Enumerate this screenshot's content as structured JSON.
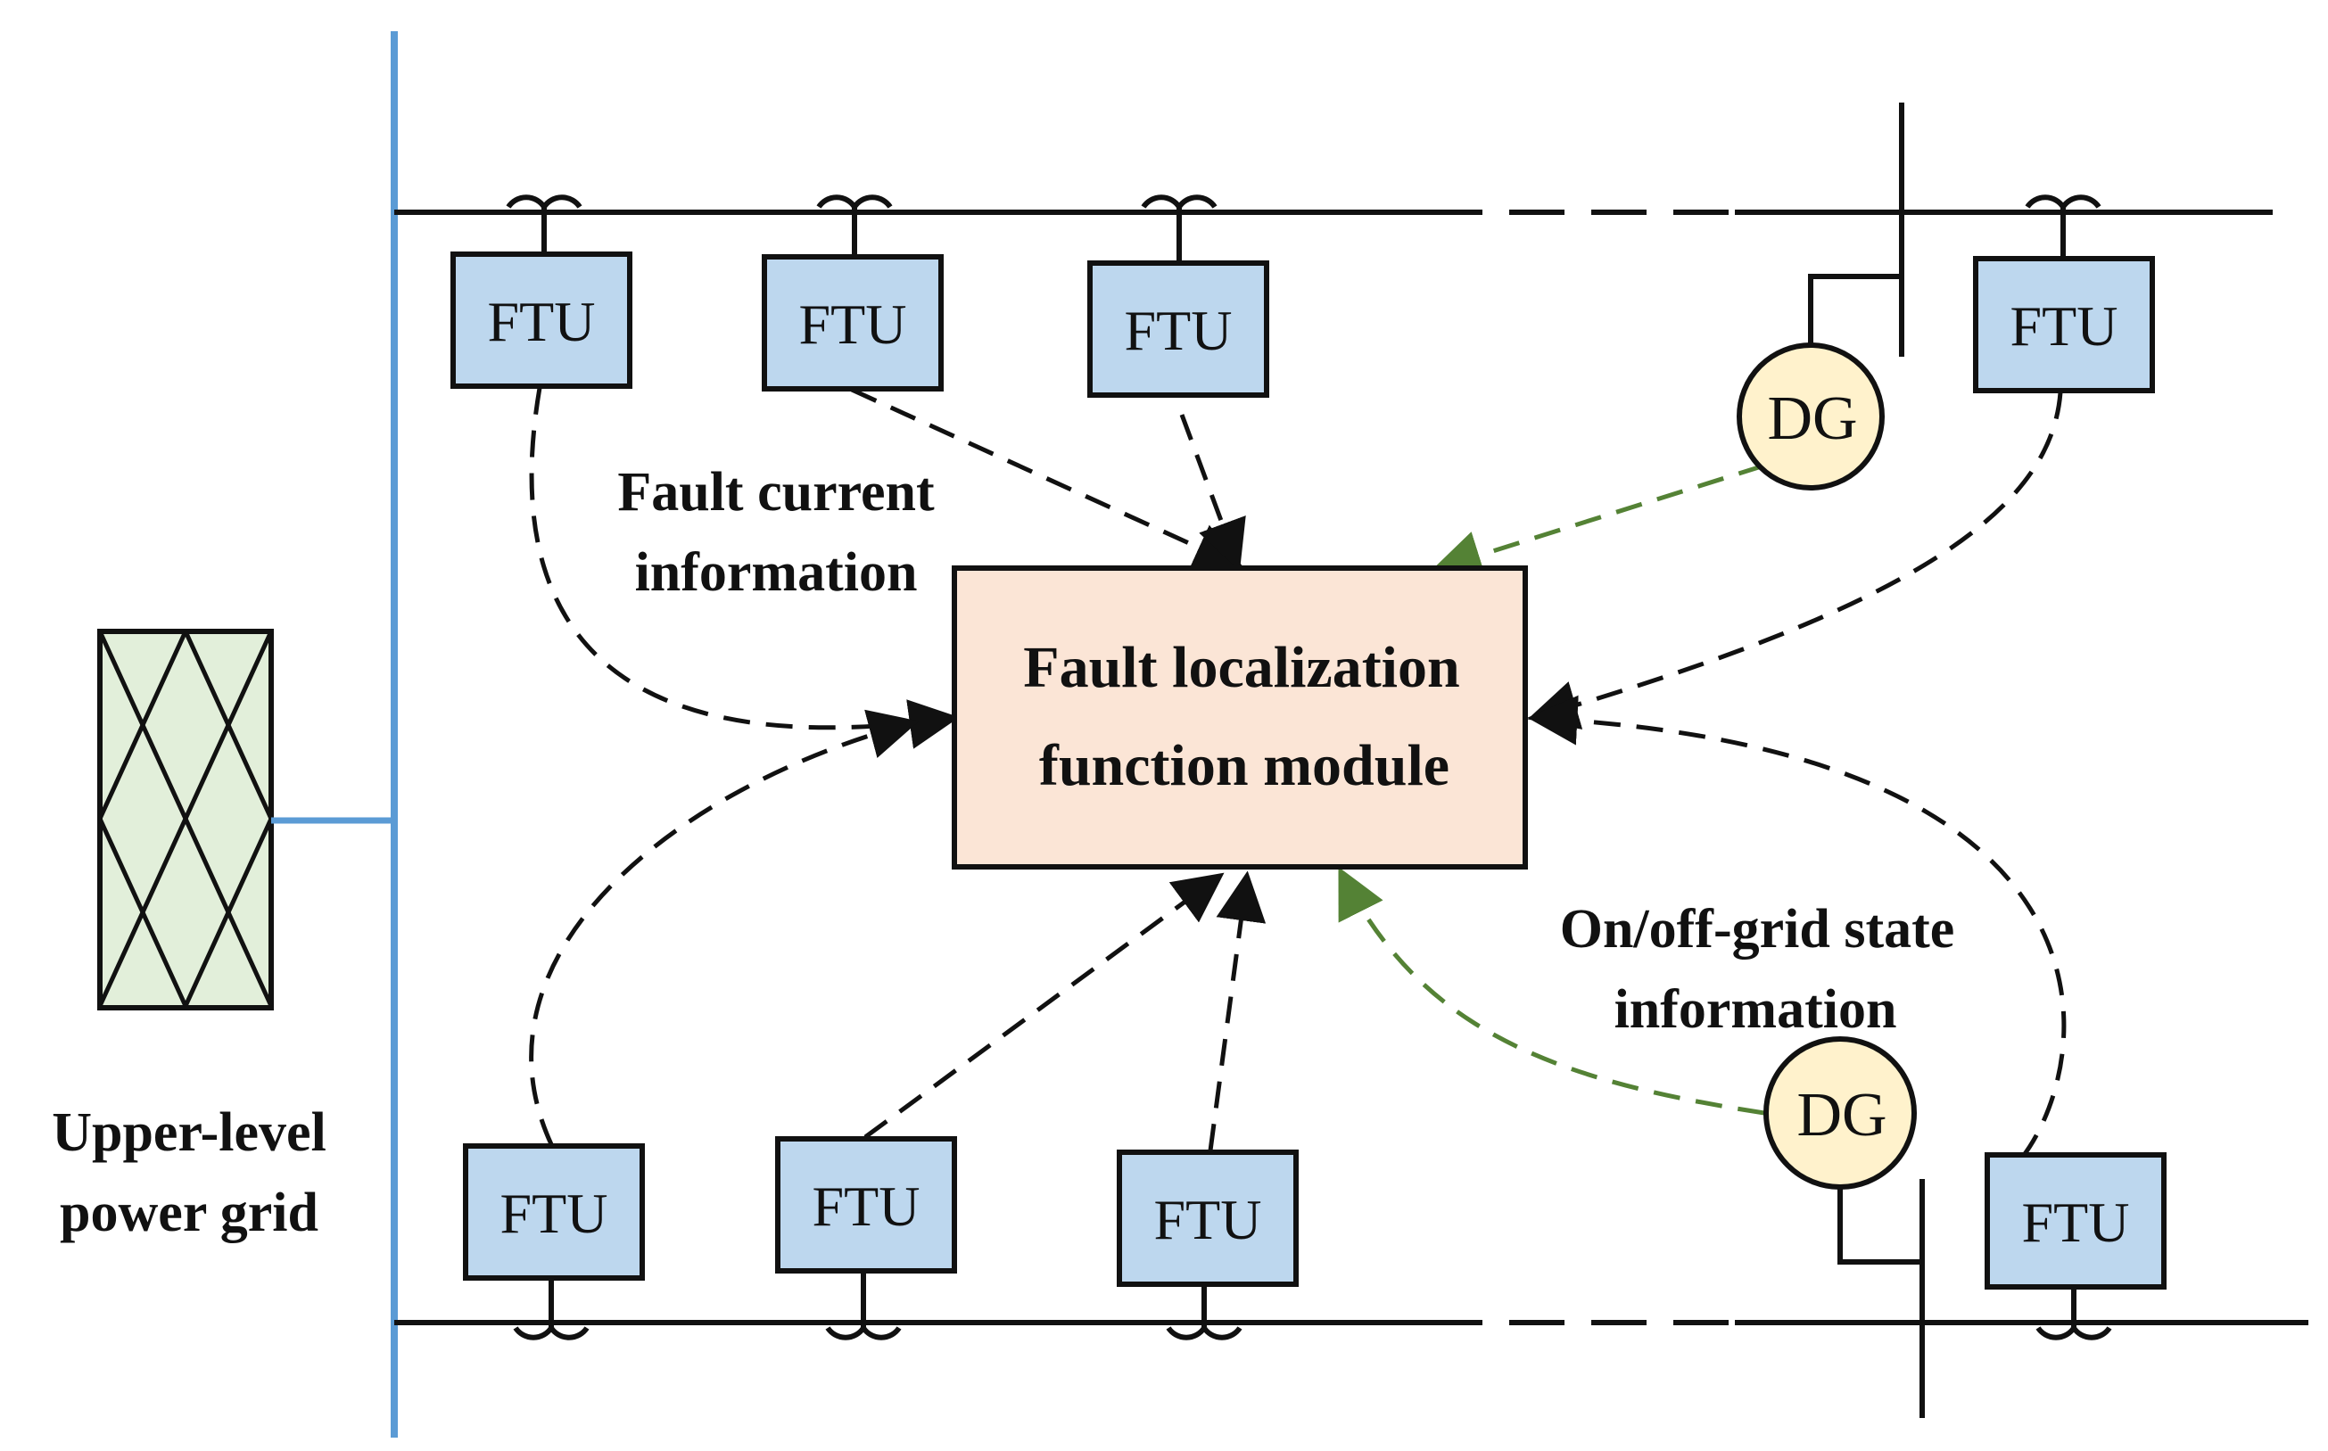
{
  "colors": {
    "bus": "#5b9bd5",
    "ftu_fill": "#bdd7ee",
    "dg_fill": "#fff2cc",
    "module_fill": "#fbe5d6",
    "grid_fill": "#e2efda",
    "info_arrow": "#111111",
    "state_arrow": "#548235"
  },
  "grid": {
    "label_line1": "Upper-level",
    "label_line2": "power grid"
  },
  "module": {
    "line1": "Fault localization",
    "line2": "function module"
  },
  "ftu_label": "FTU",
  "dg_label": "DG",
  "annotations": {
    "fault_current_line1": "Fault current",
    "fault_current_line2": "information",
    "state_line1": "On/off-grid state",
    "state_line2": "information"
  }
}
